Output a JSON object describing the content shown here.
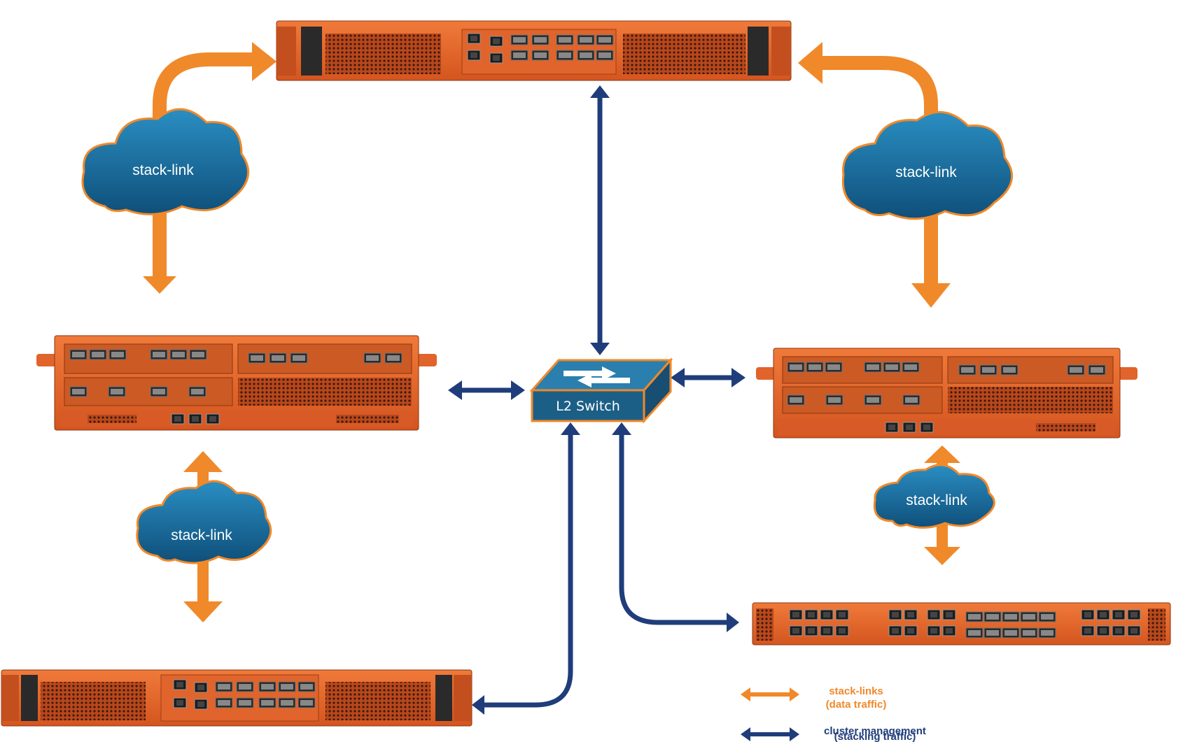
{
  "colors": {
    "stack_link": "#f0892a",
    "cluster_mgmt": "#1f3d7a",
    "device": "#e8622a",
    "cloud": "#1a6a9a",
    "switch": "#1c5f86"
  },
  "clouds": {
    "top_left": "stack-link",
    "top_right": "stack-link",
    "mid_left": "stack-link",
    "mid_right": "stack-link"
  },
  "switch": {
    "label": "L2 Switch"
  },
  "legend": {
    "stack_links": {
      "line1": "stack-links",
      "line2": "(data traffic)"
    },
    "cluster_management": {
      "line1": "cluster management",
      "line2": "(stacking traffic)"
    }
  }
}
